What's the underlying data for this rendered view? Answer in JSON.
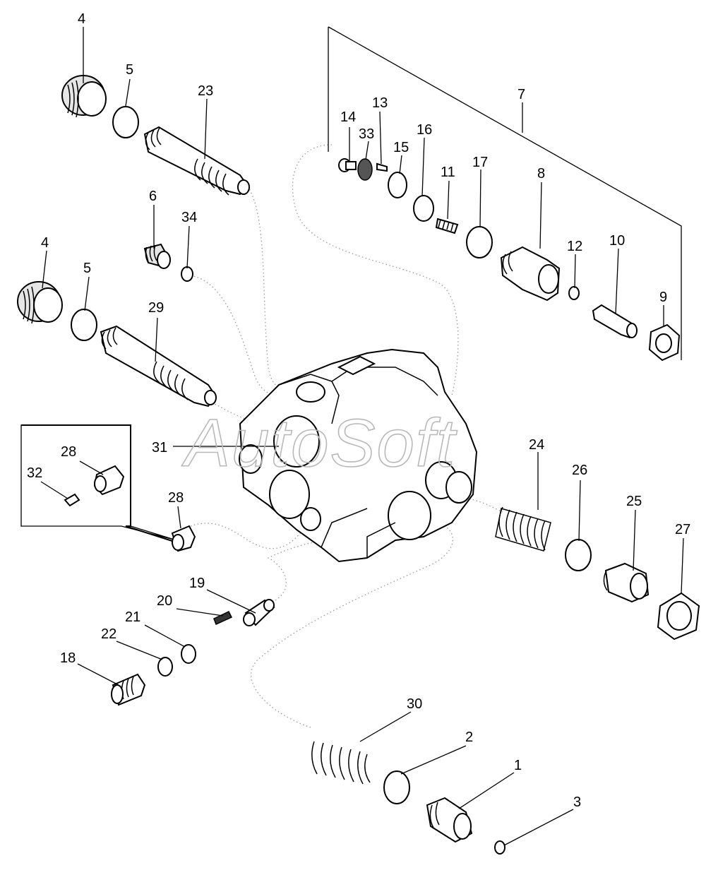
{
  "watermark": "AutoSoft",
  "callouts": [
    "1",
    "2",
    "3",
    "4",
    "5",
    "6",
    "7",
    "8",
    "9",
    "10",
    "11",
    "12",
    "13",
    "14",
    "15",
    "16",
    "17",
    "18",
    "19",
    "20",
    "21",
    "22",
    "23",
    "24",
    "25",
    "26",
    "27",
    "28",
    "29",
    "30",
    "31",
    "32",
    "33",
    "34"
  ]
}
